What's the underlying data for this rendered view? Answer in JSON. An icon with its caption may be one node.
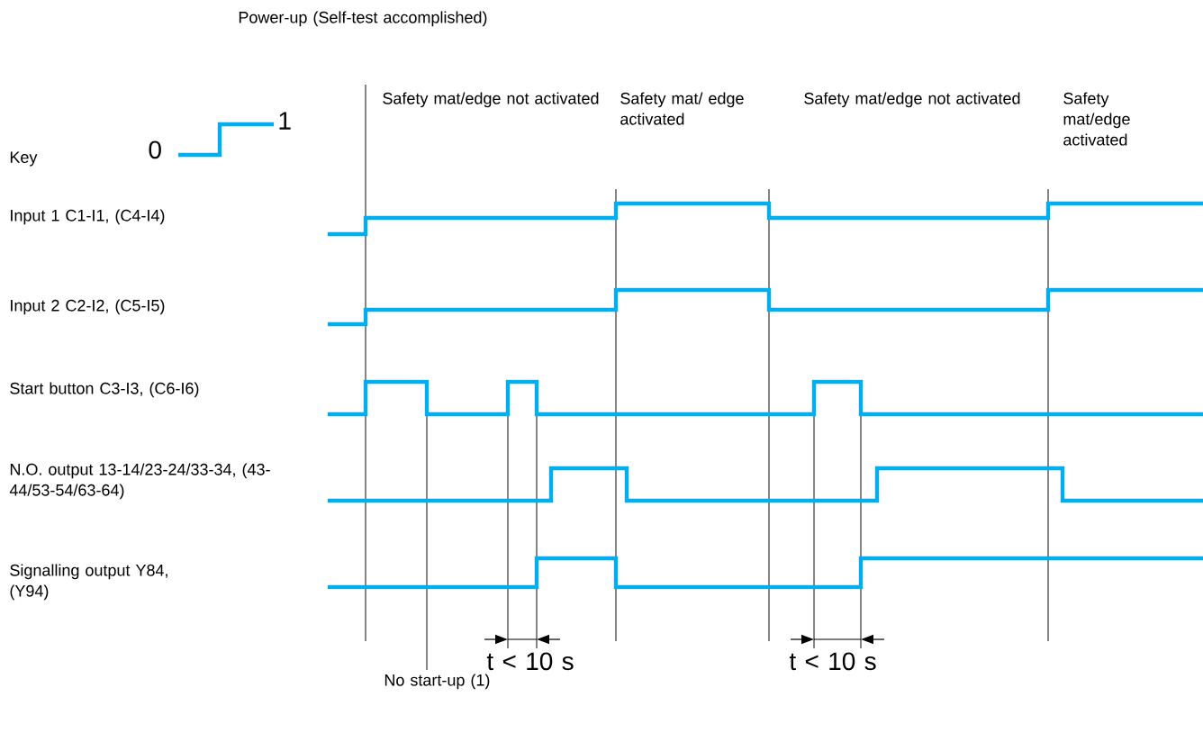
{
  "diagram": {
    "labels": [
      "Power-up (Self-test accomplished)",
      "Safety mat/edge not activated",
      "Safety mat/ edge activated",
      "Safety mat/edge not activated",
      "Safety mat/edge activated",
      "Key",
      "0",
      "1",
      "Input 1 C1-I1, (C4-I4)",
      "Input 2 C2-I2, (C5-I5)",
      "Start button C3-I3, (C6-I6)",
      "N.O. output 13-14/23-24/33-34, (43-44/53-54/63-64)",
      "Signalling output Y84, (Y94)",
      "t < 10 s",
      "t < 10 s",
      "No start-up (1)"
    ]
  }
}
